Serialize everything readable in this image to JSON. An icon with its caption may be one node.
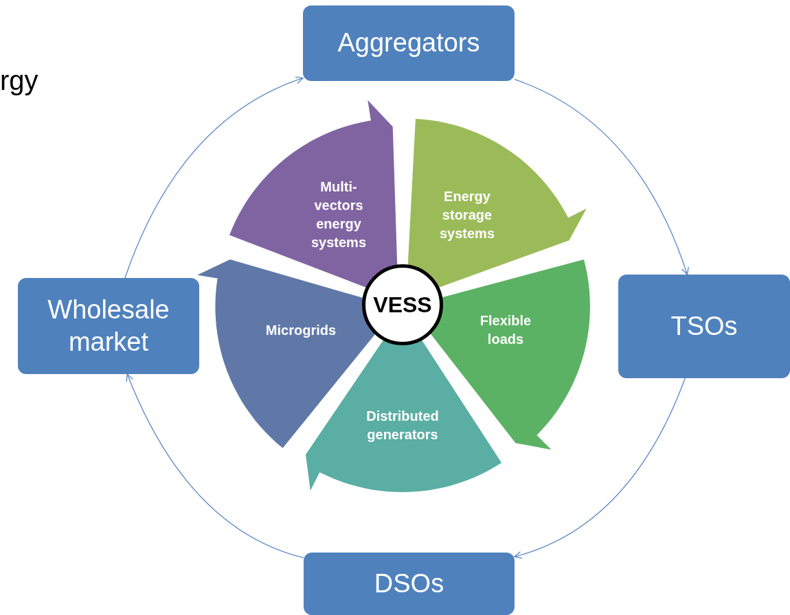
{
  "diagram": {
    "nodes": [
      {
        "text": [
          "Aggregators"
        ]
      },
      {
        "text": [
          "TSOs"
        ]
      },
      {
        "text": [
          "DSOs"
        ]
      },
      {
        "text": [
          "Wholesale market"
        ]
      },
      {
        "text": [
          "VESS"
        ]
      },
      {
        "text": [
          "Multi-vectors energy systems"
        ]
      },
      {
        "text": [
          "Energy storage systems"
        ]
      },
      {
        "text": [
          "Flexible loads"
        ]
      },
      {
        "text": [
          "Distributed generators"
        ]
      },
      {
        "text": [
          "Microgrids"
        ]
      }
    ],
    "edges": [
      {
        "from": 0,
        "to": 1,
        "arrow": "to"
      },
      {
        "from": 1,
        "to": 2,
        "arrow": "to"
      },
      {
        "from": 2,
        "to": 3,
        "arrow": "to"
      },
      {
        "from": 3,
        "to": 0,
        "arrow": "to"
      }
    ],
    "labels": [
      "rgy"
    ]
  }
}
